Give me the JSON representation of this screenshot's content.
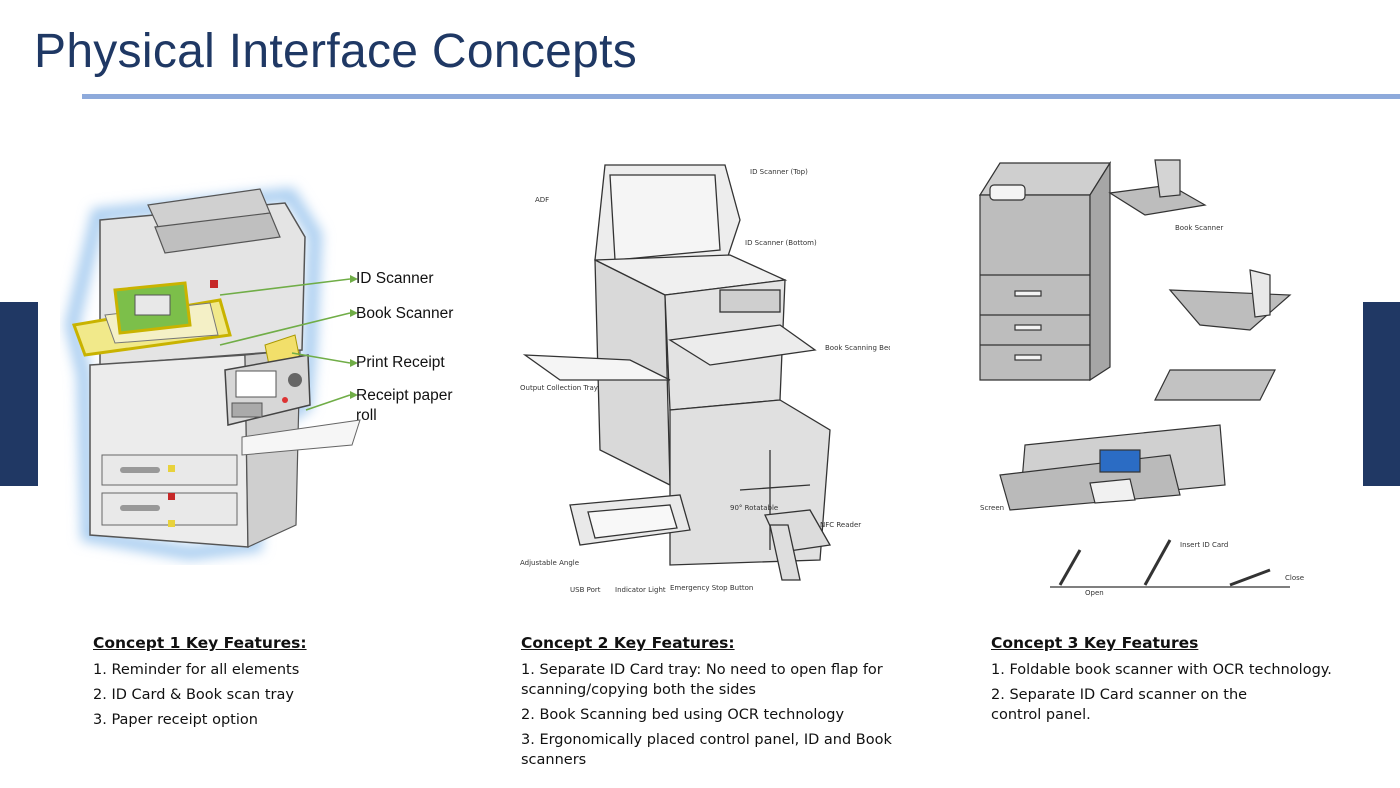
{
  "title": "Physical Interface Concepts",
  "colors": {
    "title": "#1f3864",
    "rule": "#8eaadb",
    "side_bar": "#203864",
    "callout_arrow": "#70ad47"
  },
  "concept1": {
    "callouts": [
      "ID Scanner",
      "Book Scanner",
      "Print Receipt",
      "Receipt paper roll"
    ],
    "heading": "Concept 1 Key Features:",
    "features": [
      "1. Reminder for all elements",
      "2. ID Card & Book scan tray",
      "3. Paper receipt option"
    ]
  },
  "concept2": {
    "heading": "Concept 2 Key Features:",
    "features": [
      "1. Separate ID Card tray: No need to open flap for scanning/copying both the sides",
      "2. Book Scanning bed using OCR technology",
      "3. Ergonomically placed control panel, ID and Book scanners"
    ]
  },
  "concept3": {
    "heading": "Concept 3 Key Features",
    "features": [
      "1. Foldable book scanner with OCR technology.",
      "2. Separate ID Card scanner on the control panel."
    ]
  }
}
